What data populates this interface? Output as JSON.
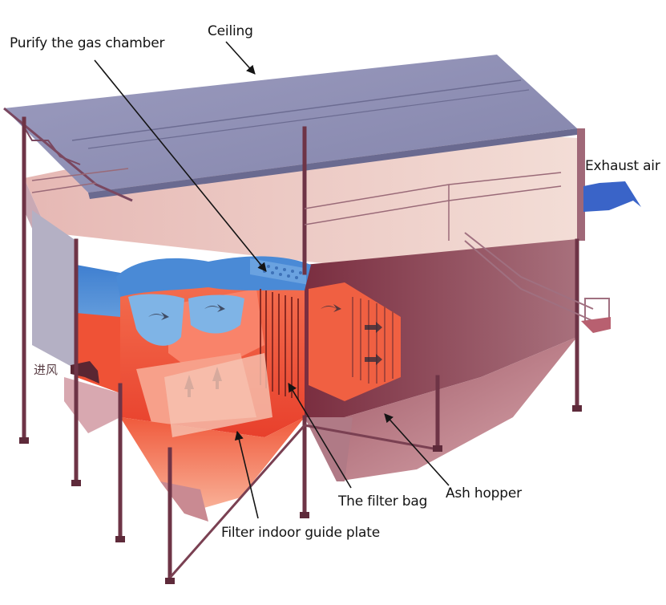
{
  "diagram": {
    "subject": "Bag filter dust collector cutaway",
    "labels": {
      "purify_chamber": "Purify the gas chamber",
      "ceiling": "Ceiling",
      "exhaust_air": "Exhaust air",
      "inlet_air": "进风",
      "filter_bag": "The filter bag",
      "ash_hopper": "Ash hopper",
      "guide_plate": "Filter indoor guide plate"
    },
    "colors": {
      "roof": "#8e8fb3",
      "roof_light": "#a9a9c8",
      "structure": "#8a4a5a",
      "structure_dark": "#5e2a3a",
      "hot_chamber": "#f0583c",
      "hot_light": "#f88a6a",
      "clean_gas": "#4f8fd6",
      "clean_light": "#8ab8e8",
      "exhaust_arrow": "#3a64c8",
      "text": "#141414"
    }
  }
}
